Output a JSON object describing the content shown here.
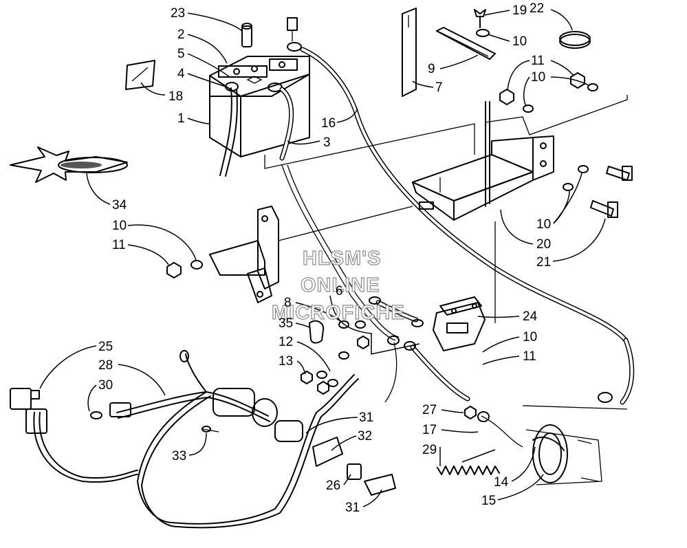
{
  "watermark": {
    "line1": "HLSM'S",
    "line2": "ONLINE",
    "line3": "MICROFICHE"
  },
  "callouts": [
    {
      "id": "c23a",
      "text": "23"
    },
    {
      "id": "c2",
      "text": "2"
    },
    {
      "id": "c5",
      "text": "5"
    },
    {
      "id": "c4",
      "text": "4"
    },
    {
      "id": "c18",
      "text": "18"
    },
    {
      "id": "c1",
      "text": "1"
    },
    {
      "id": "c16",
      "text": "16"
    },
    {
      "id": "c3",
      "text": "3"
    },
    {
      "id": "c19",
      "text": "19"
    },
    {
      "id": "c10a",
      "text": "10"
    },
    {
      "id": "c22",
      "text": "22"
    },
    {
      "id": "c9",
      "text": "9"
    },
    {
      "id": "c7",
      "text": "7"
    },
    {
      "id": "c11a",
      "text": "11"
    },
    {
      "id": "c10b",
      "text": "10"
    },
    {
      "id": "c34",
      "text": "34"
    },
    {
      "id": "c10c",
      "text": "10"
    },
    {
      "id": "c11b",
      "text": "11"
    },
    {
      "id": "c10d",
      "text": "10"
    },
    {
      "id": "c20",
      "text": "20"
    },
    {
      "id": "c21",
      "text": "21"
    },
    {
      "id": "c6",
      "text": "6"
    },
    {
      "id": "c8",
      "text": "8"
    },
    {
      "id": "c35",
      "text": "35"
    },
    {
      "id": "c24",
      "text": "24"
    },
    {
      "id": "c12",
      "text": "12"
    },
    {
      "id": "c13",
      "text": "13"
    },
    {
      "id": "c10e",
      "text": "10"
    },
    {
      "id": "c11c",
      "text": "11"
    },
    {
      "id": "c25",
      "text": "25"
    },
    {
      "id": "c28",
      "text": "28"
    },
    {
      "id": "c30",
      "text": "30"
    },
    {
      "id": "c27",
      "text": "27"
    },
    {
      "id": "c17",
      "text": "17"
    },
    {
      "id": "c31a",
      "text": "31"
    },
    {
      "id": "c32",
      "text": "32"
    },
    {
      "id": "c29",
      "text": "29"
    },
    {
      "id": "c33",
      "text": "33"
    },
    {
      "id": "c14",
      "text": "14"
    },
    {
      "id": "c26",
      "text": "26"
    },
    {
      "id": "c15",
      "text": "15"
    },
    {
      "id": "c31b",
      "text": "31"
    }
  ]
}
